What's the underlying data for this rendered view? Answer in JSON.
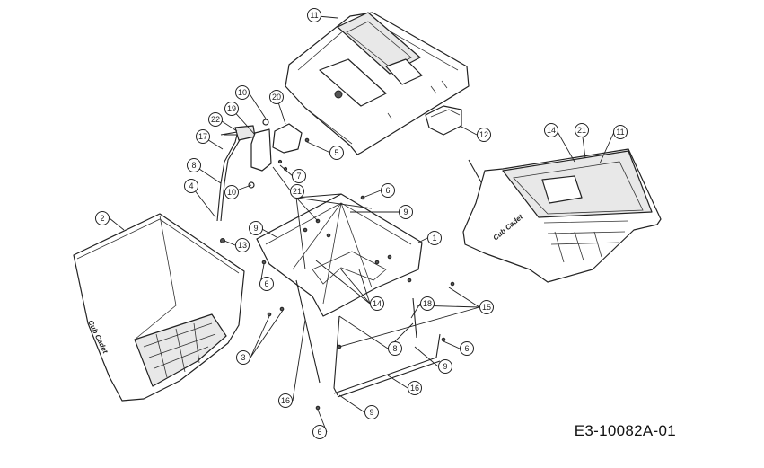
{
  "drawing_code": "E3-10082A-01",
  "brand_mark": "Cub Cadet",
  "callouts": [
    {
      "id": "c11a",
      "label": "11"
    },
    {
      "id": "c10a",
      "label": "10"
    },
    {
      "id": "c20",
      "label": "20"
    },
    {
      "id": "c19",
      "label": "19"
    },
    {
      "id": "c22",
      "label": "22"
    },
    {
      "id": "c17",
      "label": "17"
    },
    {
      "id": "c8a",
      "label": "8"
    },
    {
      "id": "c4",
      "label": "4"
    },
    {
      "id": "c10b",
      "label": "10"
    },
    {
      "id": "c5",
      "label": "5"
    },
    {
      "id": "c7",
      "label": "7"
    },
    {
      "id": "c21a",
      "label": "21"
    },
    {
      "id": "c6a",
      "label": "6"
    },
    {
      "id": "c9a",
      "label": "9"
    },
    {
      "id": "c9b",
      "label": "9"
    },
    {
      "id": "c1",
      "label": "1"
    },
    {
      "id": "c2",
      "label": "2"
    },
    {
      "id": "c13",
      "label": "13"
    },
    {
      "id": "c6b",
      "label": "6"
    },
    {
      "id": "c12",
      "label": "12"
    },
    {
      "id": "c14a",
      "label": "14"
    },
    {
      "id": "c21b",
      "label": "21"
    },
    {
      "id": "c11b",
      "label": "11"
    },
    {
      "id": "c14b",
      "label": "14"
    },
    {
      "id": "c18",
      "label": "18"
    },
    {
      "id": "c15",
      "label": "15"
    },
    {
      "id": "c3",
      "label": "3"
    },
    {
      "id": "c8b",
      "label": "8"
    },
    {
      "id": "c6c",
      "label": "6"
    },
    {
      "id": "c9c",
      "label": "9"
    },
    {
      "id": "c16a",
      "label": "16"
    },
    {
      "id": "c16b",
      "label": "16"
    },
    {
      "id": "c9d",
      "label": "9"
    },
    {
      "id": "c6d",
      "label": "6"
    }
  ]
}
